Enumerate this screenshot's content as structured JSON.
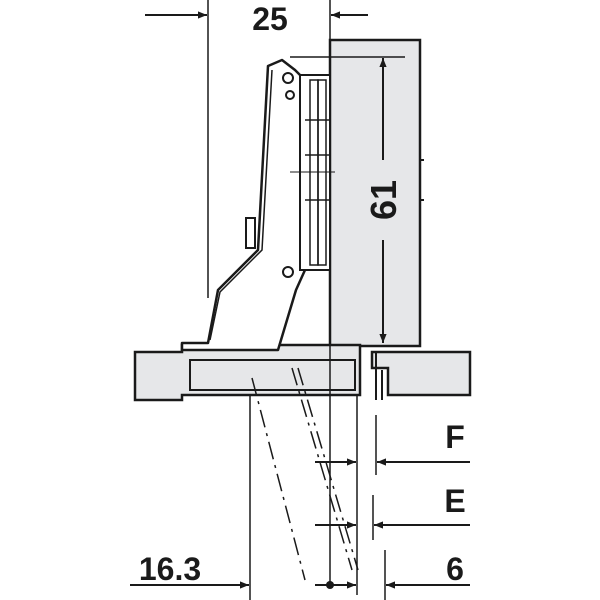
{
  "dimensions": {
    "overlay_width": "25",
    "door_height": "61",
    "label_f": "F",
    "label_e": "E",
    "label_6": "6",
    "label_16_3": "16.3"
  },
  "colors": {
    "line": "#1a1a1a",
    "panel_fill": "#e6e7e9",
    "background": "#ffffff"
  }
}
